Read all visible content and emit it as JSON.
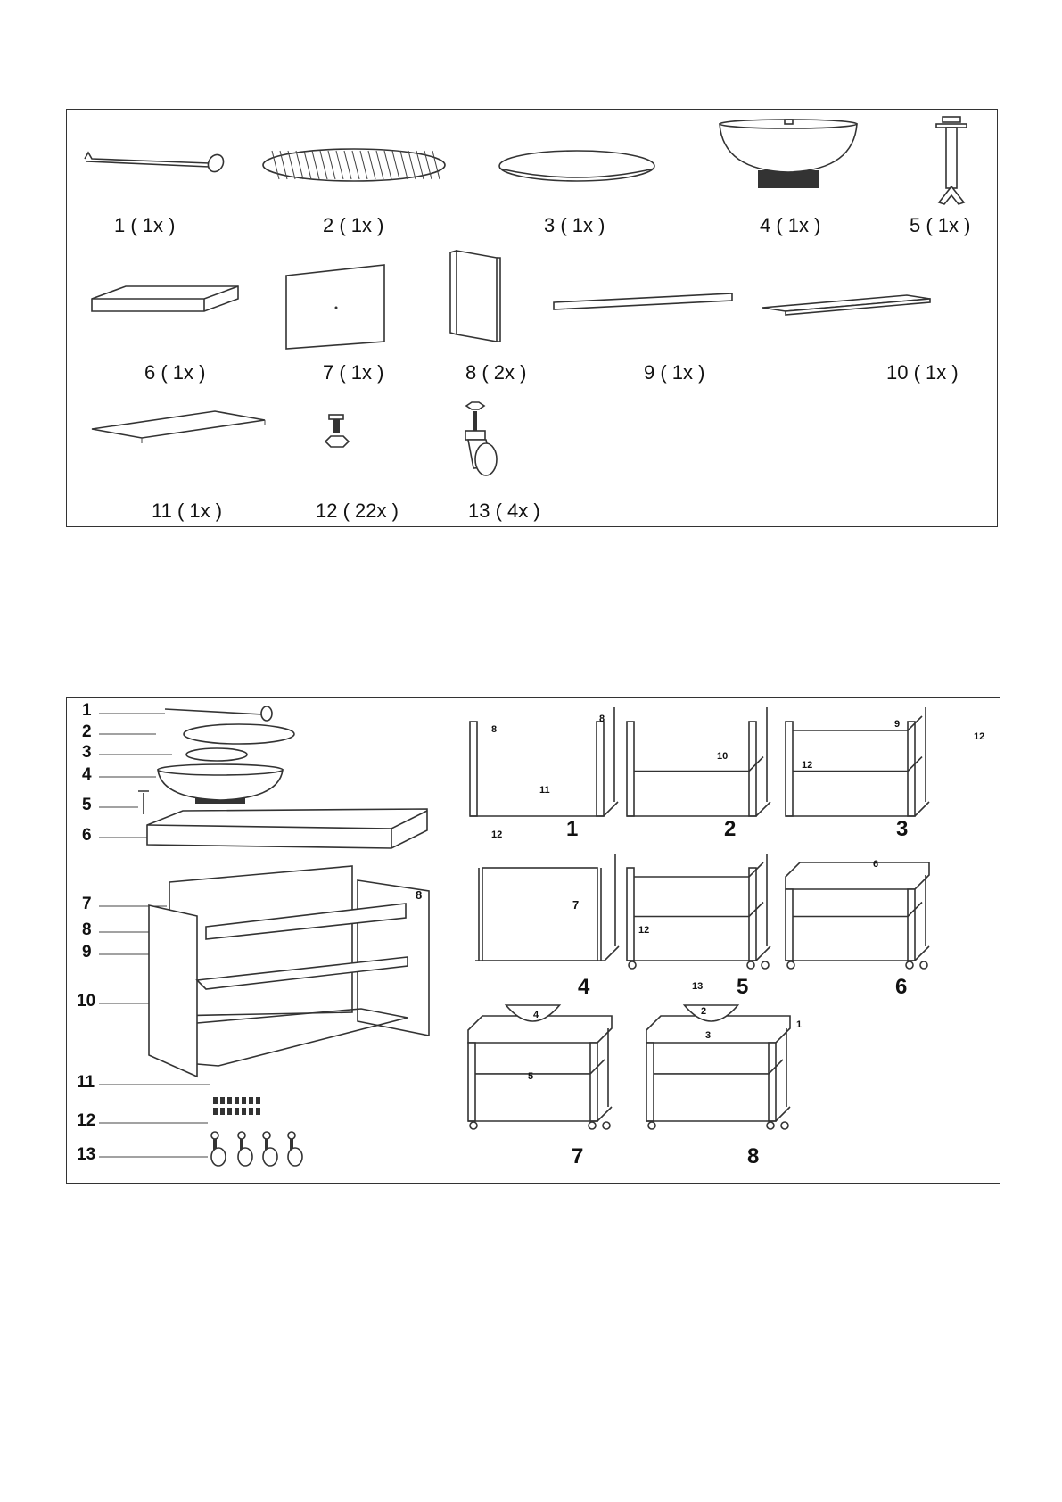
{
  "parts": [
    {
      "number": "1",
      "qty": "1 ( 1x )",
      "icon": "poker-hook-icon"
    },
    {
      "number": "2",
      "qty": "2 ( 1x )",
      "icon": "grill-grate-icon"
    },
    {
      "number": "3",
      "qty": "3 ( 1x )",
      "icon": "round-plate-icon"
    },
    {
      "number": "4",
      "qty": "4 ( 1x )",
      "icon": "fire-bowl-icon"
    },
    {
      "number": "5",
      "qty": "5 ( 1x )",
      "icon": "bowl-stand-bolt-icon"
    },
    {
      "number": "6",
      "qty": "6 ( 1x )",
      "icon": "tabletop-icon"
    },
    {
      "number": "7",
      "qty": "7 ( 1x )",
      "icon": "back-panel-icon"
    },
    {
      "number": "8",
      "qty": "8 ( 2x )",
      "icon": "side-panel-icon"
    },
    {
      "number": "9",
      "qty": "9 ( 1x )",
      "icon": "crossbar-icon"
    },
    {
      "number": "10",
      "qty": "10 ( 1x )",
      "icon": "shelf-icon"
    },
    {
      "number": "11",
      "qty": "11 ( 1x )",
      "icon": "base-frame-icon"
    },
    {
      "number": "12",
      "qty": "12 ( 22x )",
      "icon": "bolt-nut-icon"
    },
    {
      "number": "13",
      "qty": "13 ( 4x )",
      "icon": "caster-wheel-icon"
    }
  ],
  "exploded_callouts": [
    "1",
    "2",
    "3",
    "4",
    "5",
    "6",
    "7",
    "8",
    "9",
    "10",
    "11",
    "12",
    "13"
  ],
  "steps": [
    {
      "number": "1",
      "labels": [
        "8",
        "8",
        "11",
        "12"
      ]
    },
    {
      "number": "2",
      "labels": [
        "10",
        "12"
      ]
    },
    {
      "number": "3",
      "labels": [
        "9",
        "12"
      ]
    },
    {
      "number": "4",
      "labels": [
        "7",
        "12"
      ]
    },
    {
      "number": "5",
      "labels": [
        "13"
      ]
    },
    {
      "number": "6",
      "labels": [
        "6"
      ]
    },
    {
      "number": "7",
      "labels": [
        "4",
        "5"
      ]
    },
    {
      "number": "8",
      "labels": [
        "2",
        "3",
        "1"
      ]
    }
  ]
}
